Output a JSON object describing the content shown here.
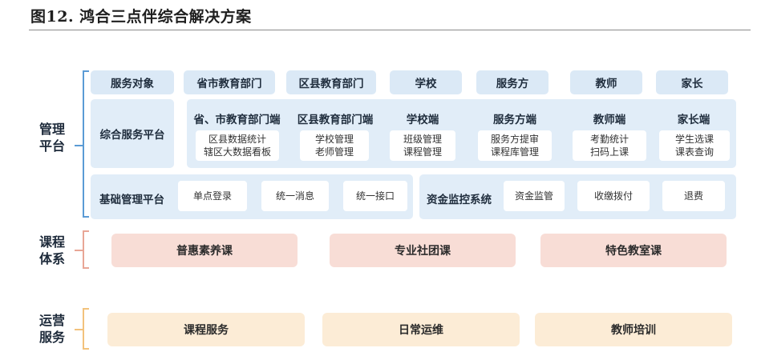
{
  "title": "图12. 鸿合三点伴综合解决方案",
  "colors": {
    "blue_bracket": "#5b9bd5",
    "pink_bracket": "#e8a696",
    "orange_bracket": "#f2c27c",
    "blue_fill": "#dbe9f6",
    "pink_fill": "#f8ddd6",
    "cream_fill": "#fcecd6"
  },
  "management": {
    "label": "管理平台",
    "targets_row": [
      "服务对象",
      "省市教育部门",
      "区县教育部门",
      "学校",
      "服务方",
      "教师",
      "家长"
    ],
    "integrated": {
      "label": "综合服务平台",
      "columns": [
        {
          "header": "省、市教育部门端",
          "items": [
            "区县数据统计",
            "辖区大数据看板"
          ]
        },
        {
          "header": "区县教育部门端",
          "items": [
            "学校管理",
            "老师管理"
          ]
        },
        {
          "header": "学校端",
          "items": [
            "班级管理",
            "课程管理"
          ]
        },
        {
          "header": "服务方端",
          "items": [
            "服务方提审",
            "课程库管理"
          ]
        },
        {
          "header": "教师端",
          "items": [
            "考勤统计",
            "扫码上课"
          ]
        },
        {
          "header": "家长端",
          "items": [
            "学生选课",
            "课表查询"
          ]
        }
      ]
    },
    "base": {
      "label": "基础管理平台",
      "items": [
        "单点登录",
        "统一消息",
        "统一接口"
      ]
    },
    "funds": {
      "label": "资金监控系统",
      "items": [
        "资金监管",
        "收缴拨付",
        "退费"
      ]
    }
  },
  "curriculum": {
    "label": "课程体系",
    "items": [
      "普惠素养课",
      "专业社团课",
      "特色教室课"
    ]
  },
  "operations": {
    "label": "运营服务",
    "items": [
      "课程服务",
      "日常运维",
      "教师培训"
    ]
  }
}
